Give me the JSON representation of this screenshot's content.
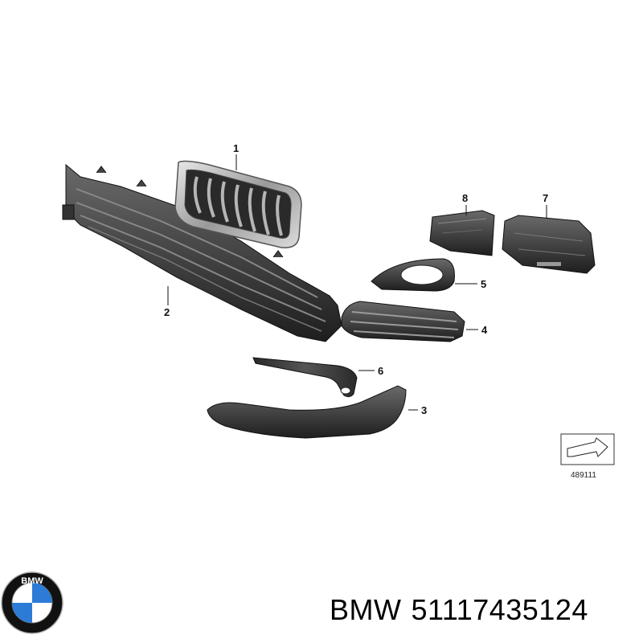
{
  "callouts": {
    "c1": "1",
    "c2": "2",
    "c3": "3",
    "c4": "4",
    "c5": "5",
    "c6": "6",
    "c7": "7",
    "c8": "8"
  },
  "reference_box": {
    "number": "489111"
  },
  "logo": {
    "text": "BMW"
  },
  "caption": {
    "brand": "BMW",
    "part_number": "51117435124"
  },
  "colors": {
    "ink": "#111111",
    "part_dark": "#3a3a3a",
    "part_light": "#9a9a9a",
    "logo_blue": "#2c7bd6"
  }
}
